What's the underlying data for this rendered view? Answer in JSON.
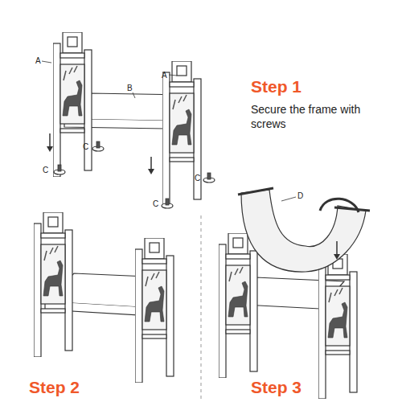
{
  "diagram": {
    "labels": [
      "A",
      "B",
      "A",
      "Step 1",
      "Secure the frame with screws",
      "C",
      "C",
      "C",
      "C",
      "D",
      "Step 2",
      "Step 3"
    ]
  }
}
